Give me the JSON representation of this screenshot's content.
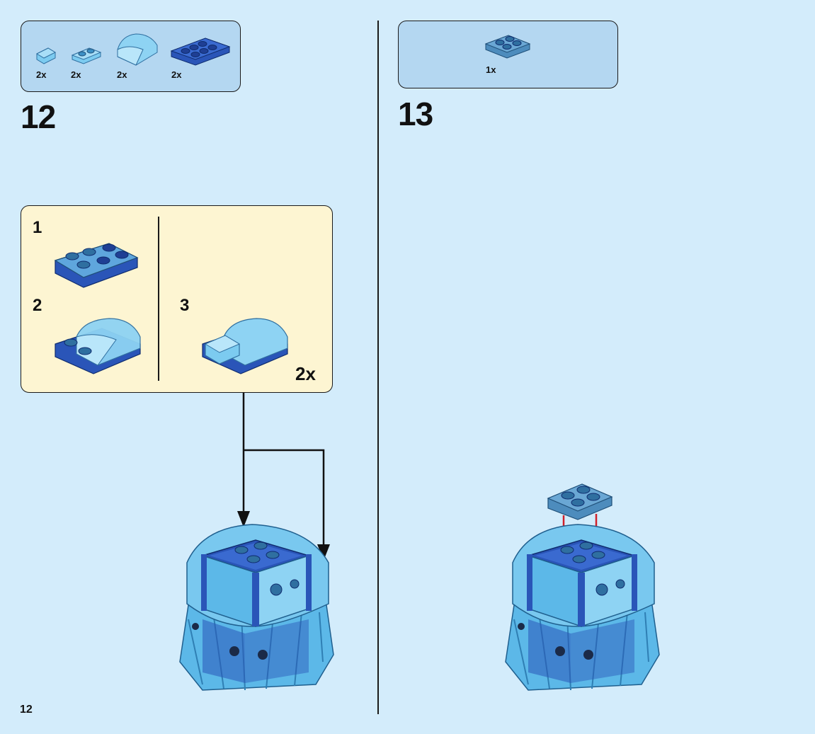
{
  "steps": [
    {
      "number": "12",
      "parts": [
        {
          "qty": "2x",
          "icon": "trans-slope-brick"
        },
        {
          "qty": "2x",
          "icon": "trans-plate-1x2"
        },
        {
          "qty": "2x",
          "icon": "trans-curved-slope"
        },
        {
          "qty": "2x",
          "icon": "blue-plate-2x4"
        }
      ],
      "sub_assembly": {
        "substeps": [
          "1",
          "2",
          "3"
        ],
        "multiplier": "2x"
      }
    },
    {
      "number": "13",
      "parts": [
        {
          "qty": "1x",
          "icon": "trans-plate-2x2"
        }
      ]
    }
  ],
  "page_number": "12",
  "colors": {
    "background": "#d3ecfb",
    "parts_box": "#b4d7f1",
    "sub_box": "#fdf5d2",
    "trans_blue": "#6fc3ee",
    "dark_blue": "#2a55b8",
    "arrow_red": "#d0202a"
  }
}
